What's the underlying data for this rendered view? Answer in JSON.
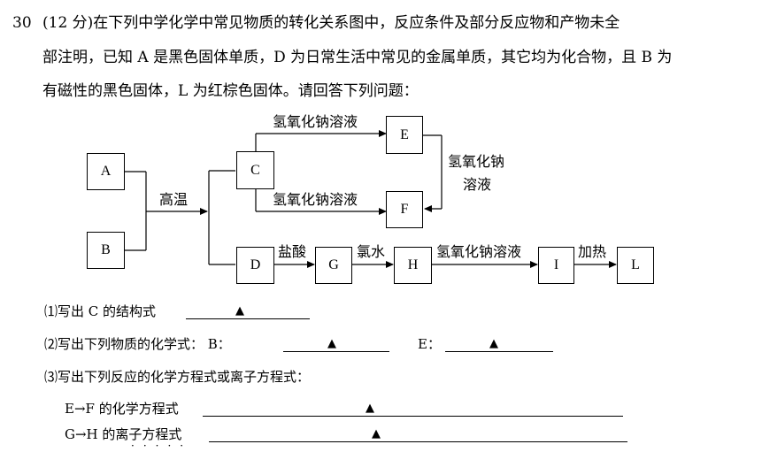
{
  "question": {
    "number": "30",
    "line1": "(12 分)在下列中学化学中常见物质的转化关系图中，反应条件及部分反应物和产物未全",
    "line2": "部注明，已知 A 是黑色固体单质，D 为日常生活中常见的金属单质，其它均为化合物，且 B 为",
    "line3": "有磁性的黑色固体，L 为红棕色固体。请回答下列问题："
  },
  "diagram": {
    "boxes": {
      "A": "A",
      "B": "B",
      "C": "C",
      "D": "D",
      "E": "E",
      "F": "F",
      "G": "G",
      "H": "H",
      "I": "I",
      "L": "L"
    },
    "labels": {
      "high_temp": "高温",
      "naoh_to_e": "氢氧化钠溶液",
      "naoh_to_f": "氢氧化钠溶液",
      "naoh_e_f_line1": "氢氧化钠",
      "naoh_e_f_line2": "溶液",
      "hcl": "盐酸",
      "chlorine_water": "氯水",
      "naoh_to_i": "氢氧化钠溶液",
      "heat": "加热"
    }
  },
  "subquestions": {
    "q1": "⑴写出 C 的结构式",
    "q2": "⑵写出下列物质的化学式： B：",
    "q2_e": "E：",
    "q3": "⑶写出下列反应的化学方程式或离子方程式：",
    "q3_ef": "E→F 的化学方程式",
    "q3_gh": "G→H 的离子方程式",
    "answer_mark": "▲"
  }
}
